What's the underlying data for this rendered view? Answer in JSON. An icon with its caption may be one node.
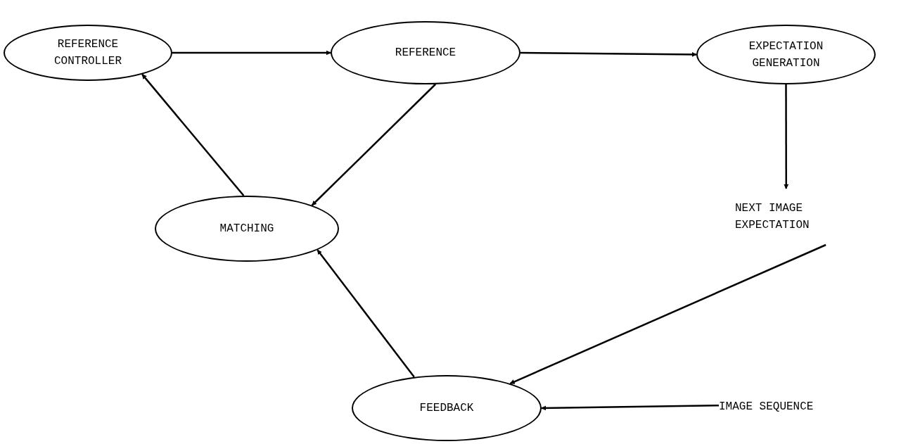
{
  "diagram": {
    "nodes": [
      {
        "text": [
          "REFERENCE CONTROLLER"
        ]
      },
      {
        "text": [
          "REFERENCE"
        ]
      },
      {
        "text": [
          "EXPECTATION GENERATION"
        ]
      },
      {
        "text": [
          "MATCHING"
        ]
      },
      {
        "text": [
          "NEXT IMAGE EXPECTATION"
        ]
      },
      {
        "text": [
          "FEEDBACK"
        ]
      },
      {
        "text": [
          "IMAGE SEQUENCE"
        ]
      }
    ],
    "edges": [
      {
        "from": 0,
        "to": 1,
        "arrow": "to"
      },
      {
        "from": 1,
        "to": 2,
        "arrow": "to"
      },
      {
        "from": 2,
        "to": 4,
        "arrow": "to"
      },
      {
        "from": 1,
        "to": 3,
        "arrow": "to"
      },
      {
        "from": 3,
        "to": 0,
        "arrow": "to"
      },
      {
        "from": 4,
        "to": 5,
        "arrow": "to"
      },
      {
        "from": 5,
        "to": 3,
        "arrow": "to"
      },
      {
        "from": 6,
        "to": 5,
        "arrow": "to"
      }
    ]
  }
}
